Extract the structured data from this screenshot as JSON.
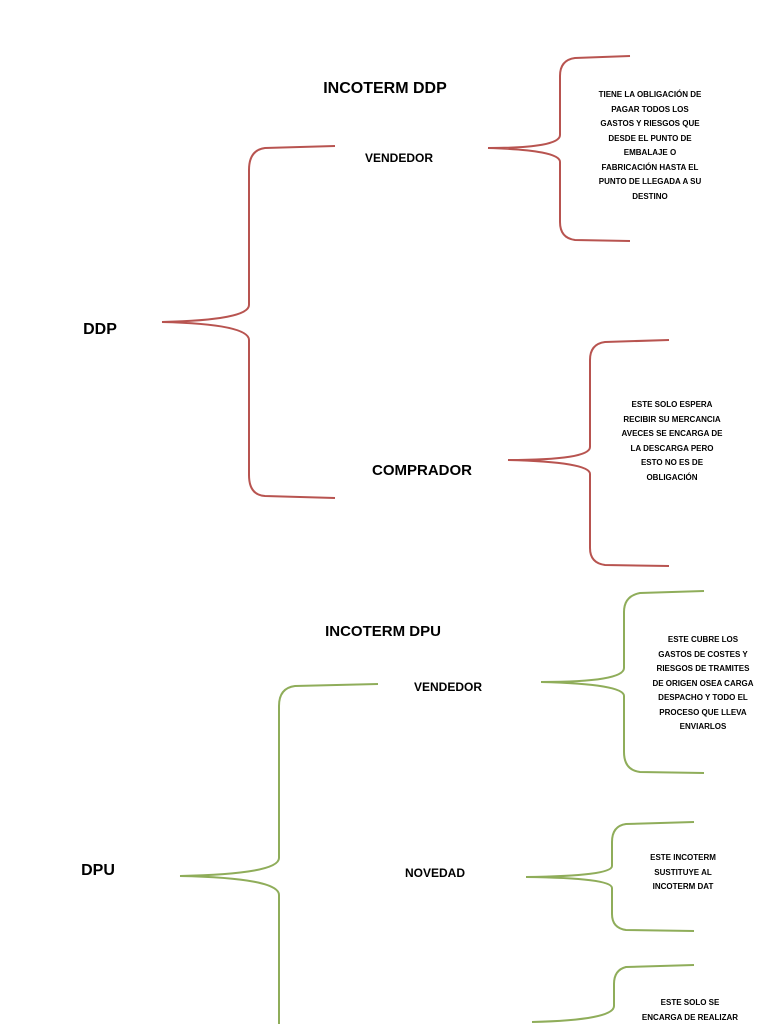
{
  "colors": {
    "ddp_brace": "#b85450",
    "dpu_brace": "#8fad5a"
  },
  "ddp": {
    "title": "INCOTERM DDP",
    "root": "DDP",
    "vendedor": "VENDEDOR",
    "vendedor_text": [
      "TIENE LA OBLIGACIÓN DE",
      "PAGAR  TODOS LOS",
      "GASTOS Y RIESGOS QUE",
      "DESDE EL PUNTO DE",
      "EMBALAJE O",
      "FABRICACIÓN HASTA EL",
      "PUNTO DE LLEGADA A SU",
      "DESTINO"
    ],
    "comprador": "COMPRADOR",
    "comprador_text": [
      "ESTE SOLO ESPERA",
      "RECIBIR SU MERCANCIA",
      "AVECES SE ENCARGA DE",
      "LA DESCARGA PERO",
      "ESTO NO ES DE",
      "OBLIGACIÓN"
    ]
  },
  "dpu": {
    "title": "INCOTERM DPU",
    "root": "DPU",
    "vendedor": "VENDEDOR",
    "vendedor_text": [
      "ESTE  CUBRE LOS",
      "GASTOS DE COSTES Y",
      "RIESGOS DE TRAMITES",
      "DE ORIGEN OSEA CARGA",
      "DESPACHO Y TODO EL",
      "PROCESO QUE LLEVA",
      "ENVIARLOS"
    ],
    "novedad": "NOVEDAD",
    "novedad_text": [
      "ESTE INCOTERM",
      "SUSTITUYE AL",
      "INCOTERM DAT"
    ],
    "third_text": [
      "ESTE SOLO SE",
      "ENCARGA DE REALIZAR"
    ]
  }
}
